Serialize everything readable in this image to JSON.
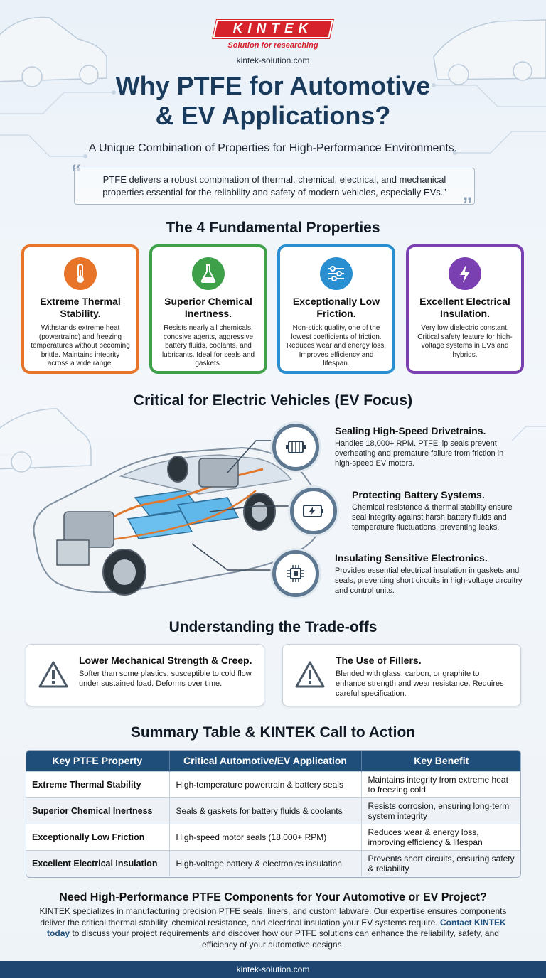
{
  "brand": {
    "logo": "KINTEK",
    "tagline": "Solution for researching",
    "website_top": "kintek-solution.com",
    "website_footer": "kintek-solution.com"
  },
  "header": {
    "title_line1": "Why PTFE for Automotive",
    "title_line2": "& EV Applications?",
    "subtitle": "A Unique Combination of Properties for High-Performance Environments.",
    "quote": "PTFE delivers a robust combination of thermal, chemical, electrical, and mechanical properties essential for the reliability and safety of modern vehicles, especially EVs.”"
  },
  "properties": {
    "title": "The 4 Fundamental Properties",
    "cards": [
      {
        "title": "Extreme Thermal Stability.",
        "text": "Withstands extreme heat (powertrainc) and freezing temperatures without becoming brittle. Maintains integrity across a wide range.",
        "color": "#e8742a",
        "icon": "thermometer-icon"
      },
      {
        "title": "Superior Chemical Inertness.",
        "text": "Resists nearly all chemicals, conosive agents, aggressive battery fluids, coolants, and lubricants. Ideal for seals and gaskets.",
        "color": "#3ea14a",
        "icon": "flask-icon"
      },
      {
        "title": "Exceptionally Low Friction.",
        "text": "Non-stick quality, one of the lowest coefficients of friction. Reduces wear and energy loss, Improves efficiency and lifespan.",
        "color": "#2a8fd0",
        "icon": "sliders-icon"
      },
      {
        "title": "Excellent Electrical Insulation.",
        "text": "Very low dielectric constant. Critical safety feature for high-voltage systems in EVs and hybrids.",
        "color": "#7a3fb0",
        "icon": "lightning-icon"
      }
    ]
  },
  "ev": {
    "title": "Critical for Electric Vehicles (EV Focus)",
    "items": [
      {
        "title": "Sealing High-Speed Drivetrains.",
        "text": "Handles 18,000+ RPM. PTFE lip seals prevent overheating and premature failure from friction in high-speed EV motors.",
        "icon": "motor-icon"
      },
      {
        "title": "Protecting Battery Systems.",
        "text": "Chemical resistance & thermal stability ensure seal integrity against harsh battery fluids and temperature fluctuations, preventing leaks.",
        "icon": "battery-icon"
      },
      {
        "title": "Insulating Sensitive Electronics.",
        "text": "Provides essential electrical insulation in gaskets and seals, preventing short circuits in high-voltage circuitry and control units.",
        "icon": "chip-icon"
      }
    ]
  },
  "tradeoffs": {
    "title": "Understanding the Trade-offs",
    "items": [
      {
        "title": "Lower Mechanical Strength & Creep.",
        "text": "Softer than some plastics, susceptible to cold flow under sustained load. Deforms over time."
      },
      {
        "title": "The Use of Fillers.",
        "text": "Blended with glass, carbon, or graphite to enhance strength and wear resistance. Requires careful specification."
      }
    ]
  },
  "summary": {
    "title": "Summary Table & KINTEK Call to Action",
    "headers": [
      "Key PTFE Property",
      "Critical Automotive/EV Application",
      "Key Benefit"
    ],
    "rows": [
      [
        "Extreme Thermal Stability",
        "High-temperature powertrain & battery seals",
        "Maintains integrity from extreme heat to freezing cold"
      ],
      [
        "Superior Chemical Inertness",
        "Seals & gaskets for battery fluids & coolants",
        "Resists corrosion, ensuring long-term system integrity"
      ],
      [
        "Exceptionally Low Friction",
        "High-speed motor seals (18,000+ RPM)",
        "Reduces wear & energy loss, improving efficiency & lifespan"
      ],
      [
        "Excellent Electrical Insulation",
        "High-voltage battery & electronics insulation",
        "Prevents short circuits, ensuring safety & reliability"
      ]
    ]
  },
  "cta": {
    "title": "Need High-Performance PTFE Components for Your Automotive or EV Project?",
    "text1": "KINTEK specializes in manufacturing precision PTFE seals, liners, and custom labware. Our expertise ensures components deliver the critical thermal stability, chemical resistance, and electrical insulation your EV systems require.",
    "highlight": "Contact KINTEK today",
    "text2": " to discuss your project requirements and discover how our PTFE solutions can enhance the reliability, safety, and efficiency of your automotive designs."
  }
}
